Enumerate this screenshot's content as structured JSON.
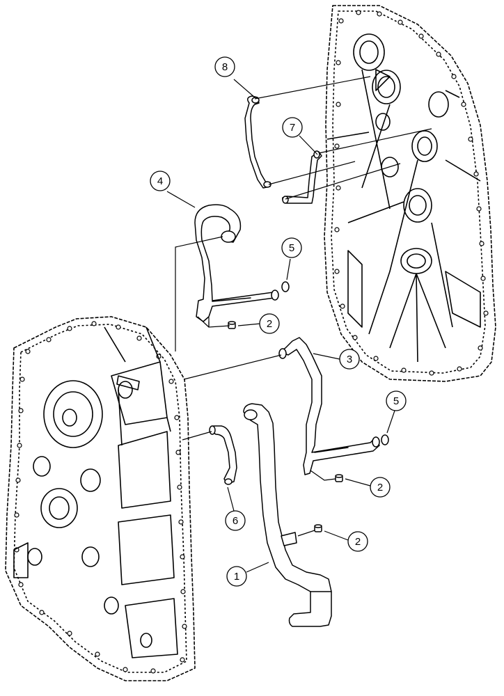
{
  "diagram": {
    "callouts": [
      {
        "id": "c8",
        "label": "8"
      },
      {
        "id": "c7",
        "label": "7"
      },
      {
        "id": "c4",
        "label": "4"
      },
      {
        "id": "c5a",
        "label": "5"
      },
      {
        "id": "c2a",
        "label": "2"
      },
      {
        "id": "c3",
        "label": "3"
      },
      {
        "id": "c5b",
        "label": "5"
      },
      {
        "id": "c2b",
        "label": "2"
      },
      {
        "id": "c6",
        "label": "6"
      },
      {
        "id": "c2c",
        "label": "2"
      },
      {
        "id": "c1",
        "label": "1"
      }
    ],
    "line_color": "#000000",
    "background": "#ffffff"
  }
}
